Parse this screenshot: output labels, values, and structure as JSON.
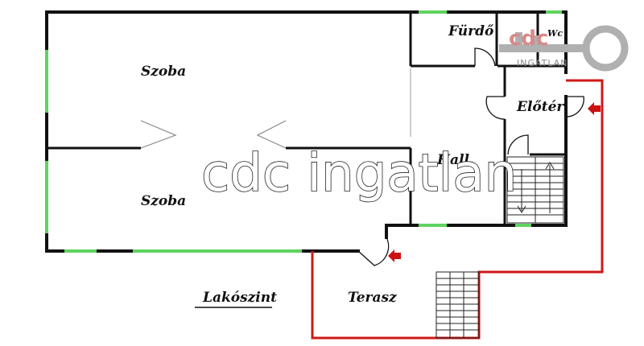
{
  "rooms": {
    "szoba_top": "Szoba",
    "szoba_bottom": "Szoba",
    "furdo": "Fürdő",
    "wc": "Wc",
    "eloter": "Előtér",
    "hall": "Hall",
    "terasz": "Terasz"
  },
  "floor_label": "Lakószint",
  "watermark": "cdc ingatlan",
  "logo": {
    "mark": "cdc",
    "sub": "INGATLAN"
  },
  "colors": {
    "wall": "#111111",
    "window": "#5fd35f",
    "terrace_outline": "#d01818",
    "entry_arrow": "#cc1111"
  }
}
